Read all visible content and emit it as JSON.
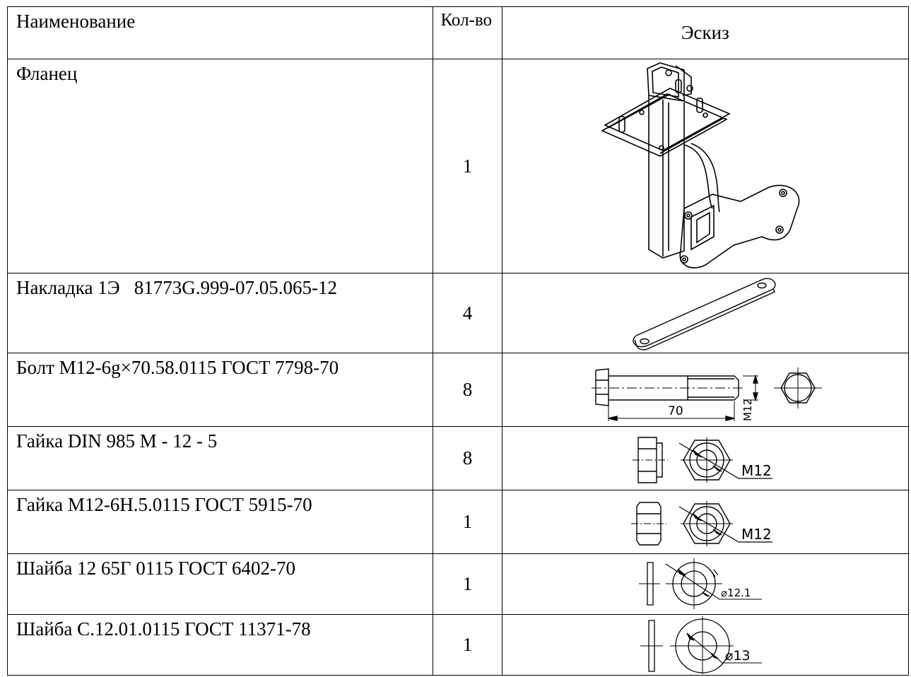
{
  "header": {
    "name": "Наименование",
    "qty": "Кол-во",
    "sketch": "Эскиз"
  },
  "rows": [
    {
      "name": "Фланец",
      "qty": "1",
      "sketch": "flange-assembly-drawing"
    },
    {
      "name": "Накладка 1Э   81773G.999-07.05.065-12",
      "qty": "4",
      "sketch": "strap-plate-drawing"
    },
    {
      "name": "Болт М12-6g×70.58.0115 ГОСТ 7798-70",
      "qty": "8",
      "sketch": "bolt-drawing",
      "dims": [
        "70",
        "M12"
      ]
    },
    {
      "name": "Гайка DIN 985 М - 12 - 5",
      "qty": "8",
      "sketch": "nut-drawing",
      "dims": [
        "M12"
      ]
    },
    {
      "name": "Гайка М12-6Н.5.0115 ГОСТ 5915-70",
      "qty": "1",
      "sketch": "nut-drawing",
      "dims": [
        "M12"
      ]
    },
    {
      "name": "Шайба 12 65Г 0115 ГОСТ 6402-70",
      "qty": "1",
      "sketch": "spring-washer-drawing",
      "dims": [
        "⌀12.1"
      ]
    },
    {
      "name": "Шайба С.12.01.0115 ГОСТ 11371-78",
      "qty": "1",
      "sketch": "flat-washer-drawing",
      "dims": [
        "⌀13"
      ]
    }
  ]
}
